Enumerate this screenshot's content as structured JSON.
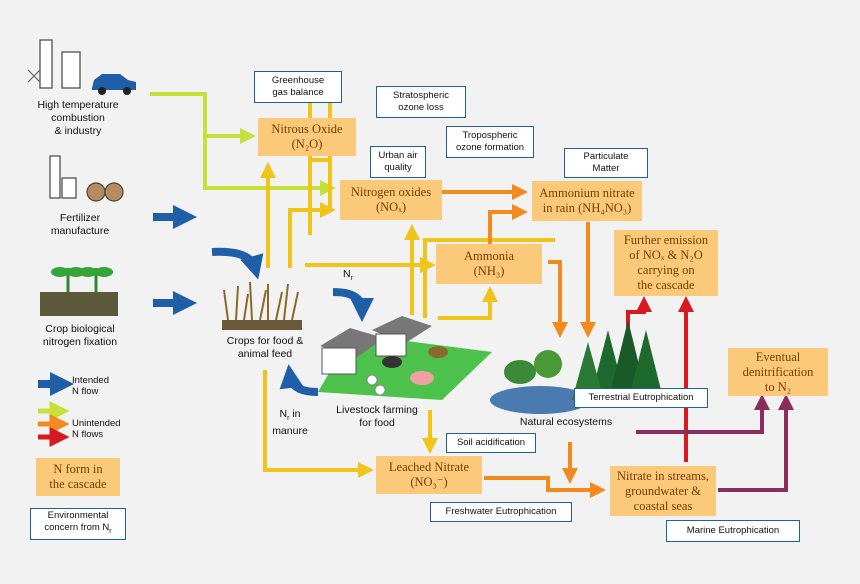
{
  "sources": {
    "combustion": "High  temperature\ncombustion\n& industry",
    "fertilizer": "Fertilizer\nmanufacture",
    "crop_fixation": "Crop  biological\nnitrogen fixation"
  },
  "nodes": {
    "crops": "Crops for food &\nanimal feed",
    "livestock": "Livestock farming\nfor food",
    "nr_manure_a": "N",
    "nr_manure_sub": "r",
    "nr_manure_b": " in\nmanure",
    "nr_top": "N",
    "nr_top_sub": "r",
    "natural": "Natural ecosystems"
  },
  "n_forms": {
    "nitrous_title": "Nitrous Oxide",
    "nitrous_formula": "(N₂O)",
    "nox_title": "Nitrogen oxides",
    "nox_formula": "(NOₓ)",
    "ammonium_title": "Ammonium nitrate",
    "ammonium_formula": "in rain (NH₄NO₃)",
    "ammonia_title": "Ammonia",
    "ammonia_formula": "(NH₃)",
    "further_l1": "Further emission",
    "further_l2": "of NOₓ & N₂O",
    "further_l3": "carrying on",
    "further_l4": "the cascade",
    "denit_l1": "Eventual",
    "denit_l2": "denitrification",
    "denit_l3": "to N₂",
    "leached_title": "Leached Nitrate",
    "leached_formula": "(NO₃⁻)",
    "streams_l1": "Nitrate in streams,",
    "streams_l2": "groundwater &",
    "streams_l3": "coastal seas"
  },
  "concerns": {
    "greenhouse": "Greenhouse\ngas balance",
    "stratospheric": "Stratospheric\nozone  loss",
    "tropospheric": "Tropospheric\nozone  formation",
    "urban": "Urban air\nquality",
    "particulate": "Particulate\nMatter",
    "terrestrial": "Terrestrial Eutrophication",
    "soil": "Soil acidification",
    "freshwater": "Freshwater Eutrophication",
    "marine": "Marine  Eutrophication"
  },
  "legend": {
    "intended": "Intended\nN  flow",
    "unintended": "Unintended\nN  flows",
    "nform_l1": "N form in",
    "nform_l2": "the cascade",
    "concern_l1": "Environmental",
    "concern_l2": "concern from N",
    "concern_sub": "r"
  },
  "colors": {
    "intended": "#1f5fa8",
    "lime": "#c6e03a",
    "yellow": "#f0c419",
    "orange": "#f28a1e",
    "red": "#d71920",
    "purple": "#8b2d5c",
    "nform_fill": "#fbc97a"
  }
}
